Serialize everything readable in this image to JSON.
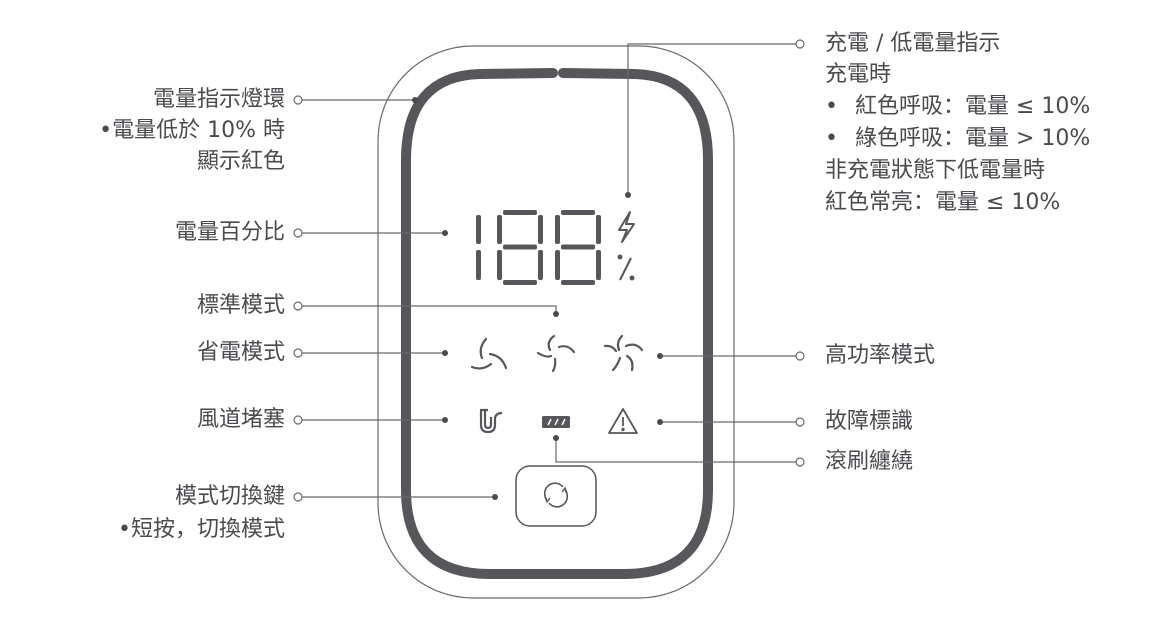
{
  "display": {
    "digits": "188",
    "unit": "%"
  },
  "left_labels": {
    "ring": {
      "title": "電量指示燈環",
      "bullet": "電量低於 10% 時",
      "cont": "顯示紅色"
    },
    "percent": "電量百分比",
    "standard": "標準模式",
    "eco": "省電模式",
    "clog": "風道堵塞",
    "mode_key": {
      "title": "模式切換鍵",
      "bullet": "短按，切換模式"
    }
  },
  "right_labels": {
    "charge": {
      "title": "充電 / 低電量指示",
      "sub": "充電時",
      "bullets": [
        "紅色呼吸：電量 ≤ 10%",
        "綠色呼吸：電量 > 10%"
      ],
      "line3": "非充電狀態下低電量時",
      "line4": "紅色常亮：電量 ≤ 10%"
    },
    "high": "高功率模式",
    "fault": "故障標識",
    "brush": "滾刷纏繞"
  },
  "colors": {
    "ink": "#4a4a4f",
    "ring": "#57565b",
    "line": "#6a6a6e"
  }
}
